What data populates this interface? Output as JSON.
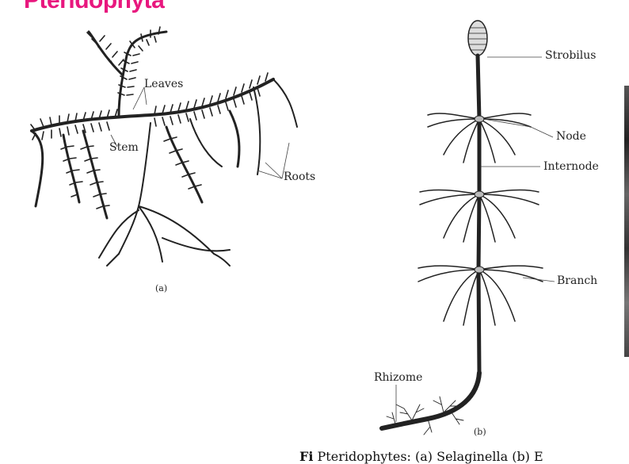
{
  "title": "Pteridophyta",
  "figure_a": {
    "labels": {
      "leaves": "Leaves",
      "stem": "Stem",
      "roots": "Roots"
    },
    "caption": "(a)"
  },
  "figure_b": {
    "labels": {
      "strobilus": "Strobilus",
      "node": "Node",
      "internode": "Internode",
      "branch": "Branch",
      "rhizome": "Rhizome"
    },
    "caption": "(b)"
  },
  "figure_caption": {
    "prefix": "Fi",
    "text": "Pteridophytes: (a) Selaginella (b) E"
  }
}
